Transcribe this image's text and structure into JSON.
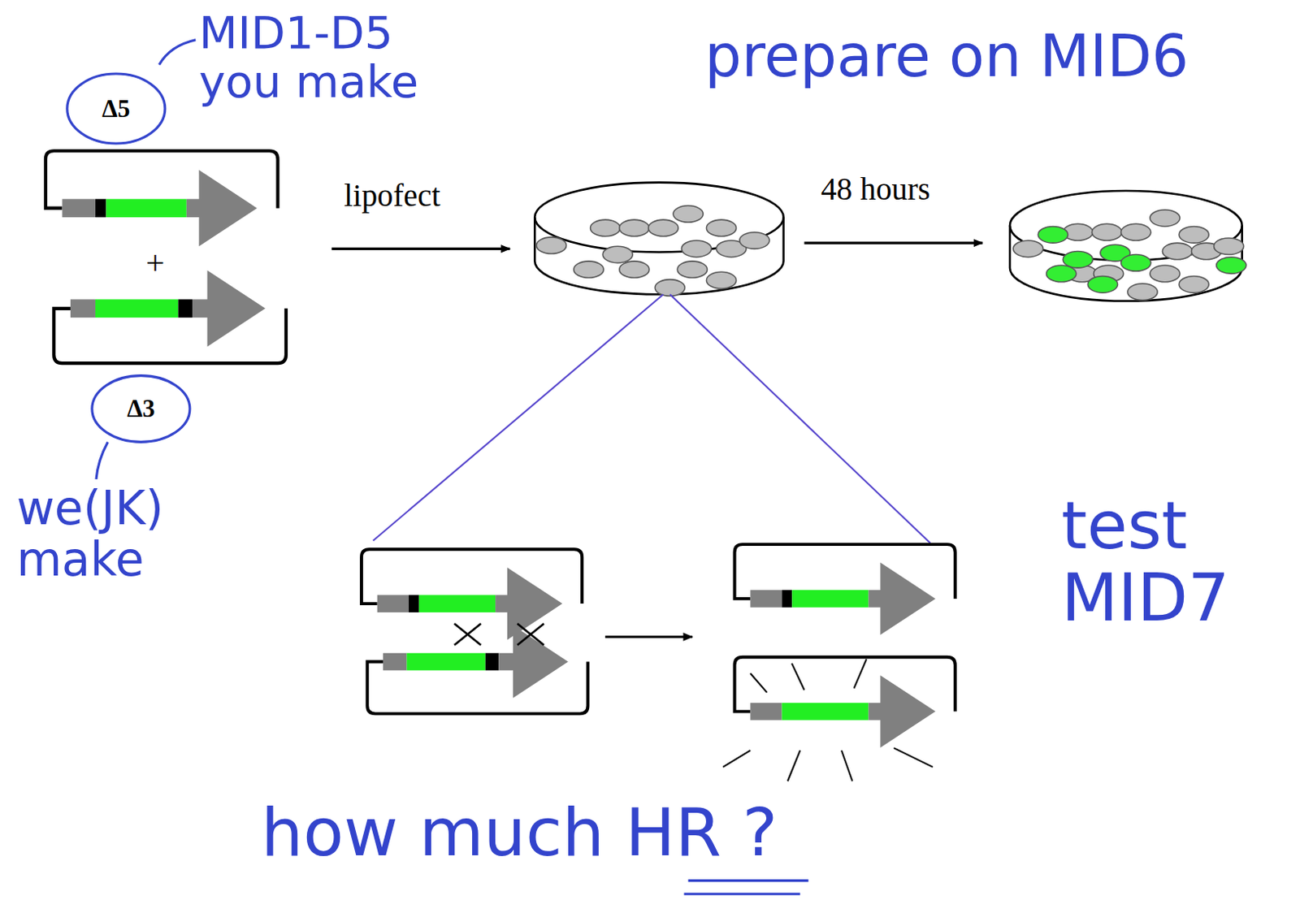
{
  "diagram": {
    "nodes": [
      {
        "text": [
          "Δ5"
        ]
      },
      {
        "text": [
          "Δ3"
        ]
      }
    ],
    "labels": [
      "MID1-D5 you make",
      "prepare on MID6",
      "lipofect",
      "48 hours",
      "+",
      "we(JK) make",
      "test MID7",
      "how much HR ?"
    ]
  }
}
